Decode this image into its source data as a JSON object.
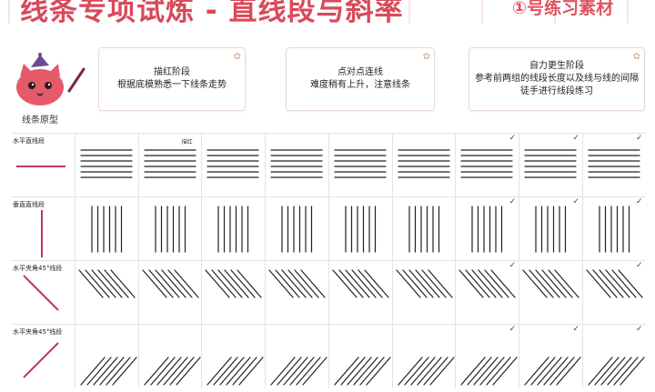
{
  "header": {
    "title": "线条专项试炼 - 直线段与斜率",
    "subtitle": "①号练习素材"
  },
  "mascot": {
    "label": "线条原型",
    "icon": "witch-cat-mascot-icon"
  },
  "steps": [
    {
      "title": "描红阶段",
      "desc": "根据底模熟悉一下线条走势"
    },
    {
      "title": "点对点连线",
      "desc": "难度稍有上升，注意线条"
    },
    {
      "title": "自力更生阶段",
      "desc": "参考前两组的线段长度以及线与线的间隔",
      "desc2": "徒手进行线段练习"
    }
  ],
  "rows": [
    {
      "label": "水平直线段",
      "type": "horizontal"
    },
    {
      "label": "垂直直线段",
      "type": "vertical"
    },
    {
      "label": "水平夹角45°线段",
      "type": "diag-down"
    },
    {
      "label": "水平夹角45°线段",
      "type": "diag-up"
    }
  ],
  "cell_note": "描红",
  "check_mark": "✓",
  "colors": {
    "title": "#d84a5a",
    "sample_line": "#c2385a",
    "practice_line": "#222222",
    "card_border": "#e8d9cf"
  }
}
